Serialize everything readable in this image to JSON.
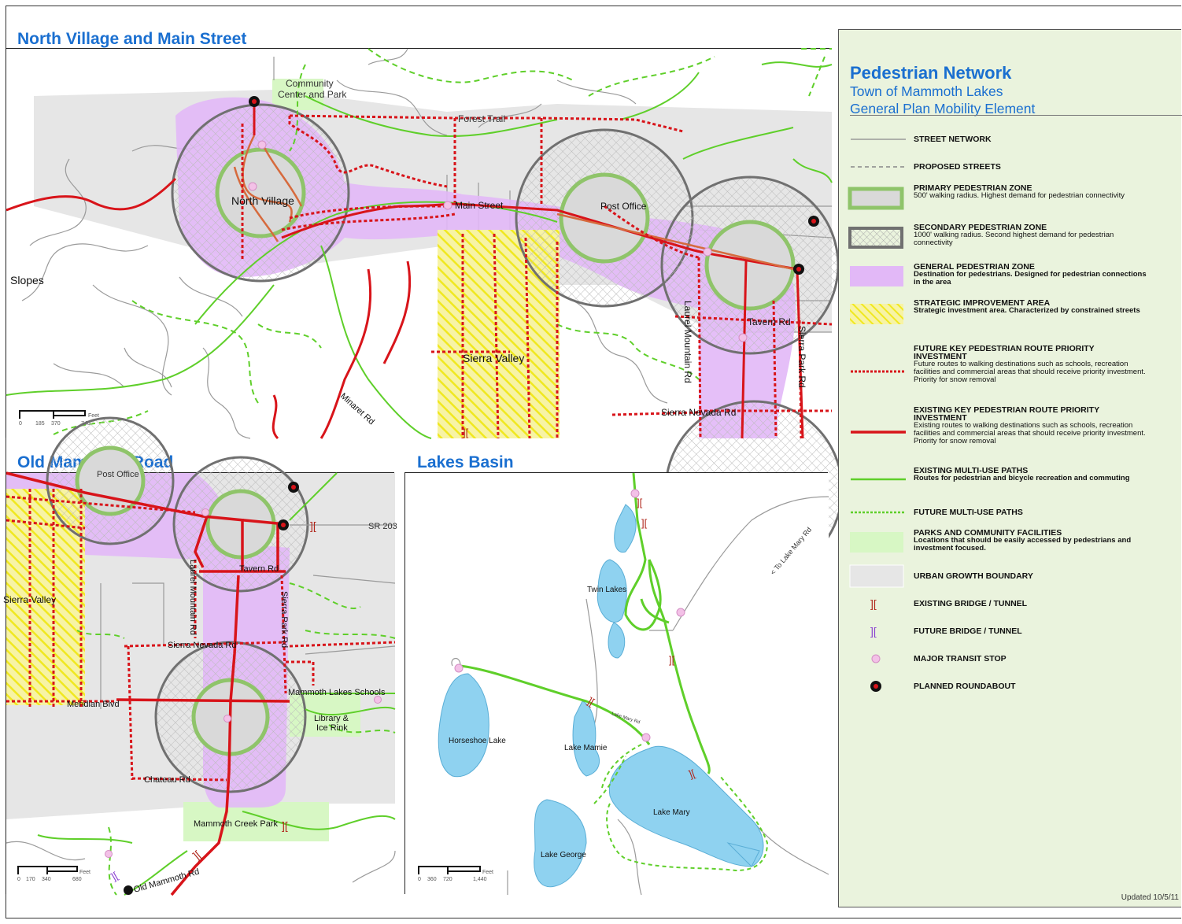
{
  "sections": {
    "north_village": "North Village and Main Street",
    "old_mammoth": "Old Mammoth Road",
    "lakes_basin": "Lakes Basin"
  },
  "legend": {
    "title": "Pedestrian Network",
    "subtitle_1": "Town of Mammoth Lakes",
    "subtitle_2": "General Plan Mobility Element",
    "items": [
      {
        "title": "STREET NETWORK",
        "desc": ""
      },
      {
        "title": "PROPOSED STREETS",
        "desc": ""
      },
      {
        "title": "PRIMARY PEDESTRIAN ZONE",
        "desc": "500' walking radius. Highest demand for pedestrian connectivity"
      },
      {
        "title": "SECONDARY PEDESTRIAN ZONE",
        "desc": "1000' walking radius. Second highest demand for pedestrian connectivity"
      },
      {
        "title": "GENERAL PEDESTRIAN ZONE",
        "desc": "Destination for pedestrians. Designed for pedestrian connections in the area"
      },
      {
        "title": "STRATEGIC IMPROVEMENT AREA",
        "desc": "Strategic investment area. Characterized by constrained streets"
      },
      {
        "title": "FUTURE KEY PEDESTRIAN ROUTE PRIORITY INVESTMENT",
        "desc": "Future routes to walking destinations such as schools, recreation facilities and commercial areas that should receive priority investment. Priority for snow removal"
      },
      {
        "title": "EXISTING KEY PEDESTRIAN ROUTE PRIORITY INVESTMENT",
        "desc": "Existing routes to walking destinations such as schools, recreation facilities and commercial areas that should receive priority investment. Priority for snow removal"
      },
      {
        "title": "EXISTING MULTI-USE PATHS",
        "desc": "Routes for pedestrian and bicycle recreation and commuting"
      },
      {
        "title": "FUTURE MULTI-USE PATHS",
        "desc": ""
      },
      {
        "title": "PARKS AND COMMUNITY FACILITIES",
        "desc": "Locations that should be easily accessed by pedestrians and investment focused."
      },
      {
        "title": "URBAN GROWTH BOUNDARY",
        "desc": ""
      },
      {
        "title": "EXISTING BRIDGE / TUNNEL",
        "desc": ""
      },
      {
        "title": "FUTURE BRIDGE / TUNNEL",
        "desc": ""
      },
      {
        "title": "MAJOR TRANSIT STOP",
        "desc": ""
      },
      {
        "title": "PLANNED ROUNDABOUT",
        "desc": ""
      }
    ],
    "updated": "Updated 10/5/11"
  },
  "map1_labels": {
    "community_center": "Community",
    "community_center_2": "Center and Park",
    "forest_trail": "Forest Trail",
    "north_village": "North Village",
    "main_street": "Main Street",
    "post_office": "Post Office",
    "slopes": "Slopes",
    "sierra_valley": "Sierra Valley",
    "minaret_rd": "Minaret Rd",
    "laurel_mountain_rd": "Laurel Mountain Rd",
    "tavern_rd": "Tavern Rd",
    "sierra_park_rd": "Sierra Park Rd",
    "sierra_nevada_rd": "Sierra Nevada Rd",
    "scale_feet": "Feet",
    "scale_0": "0",
    "scale_1": "185",
    "scale_2": "370",
    "scale_3": "740"
  },
  "map2_labels": {
    "post_office": "Post Office",
    "sr203": "SR 203",
    "laurel_mountain_rd": "Laurel Mountain Rd",
    "tavern_rd": "Tavern Rd",
    "sierra_valley": "Sierra Valley",
    "sierra_park_rd": "Sierra Park Rd",
    "sierra_nevada_rd": "Sierra Nevada Rd",
    "mammoth_lakes_schools": "Mammoth Lakes Schools",
    "meridian_blvd": "Meridian Blvd",
    "library": "Library &",
    "library_2": "Ice Rink",
    "chateau_rd": "Chateau Rd",
    "mammoth_creek_park": "Mammoth Creek Park",
    "old_mammoth_rd": "Old Mammoth Rd",
    "scale_feet": "Feet",
    "scale_0": "0",
    "scale_1": "170",
    "scale_2": "340",
    "scale_3": "680"
  },
  "map3_labels": {
    "to_lake_mary_rd": "< To Lake Mary Rd",
    "twin_lakes": "Twin Lakes",
    "horseshoe_lake": "Horseshoe Lake",
    "lake_mamie": "Lake Mamie",
    "lake_mary_rd": "Lake Mary Rd",
    "lake_mary": "Lake Mary",
    "lake_george": "Lake George",
    "scale_feet": "Feet",
    "scale_0": "0",
    "scale_1": "360",
    "scale_2": "720",
    "scale_3": "1,440"
  },
  "colors": {
    "title_blue": "#1a6fd0",
    "existing_route_red": "#d8141a",
    "multiuse_green": "#5fcf2a",
    "primary_zone_green": "#8fc46a",
    "secondary_zone_gray": "#707070",
    "general_zone_purple": "#e2b8f7",
    "strategic_yellow": "#f3ee3a",
    "park_green": "#d7f7c4",
    "urban_gray": "#e6e6e6",
    "water_blue": "#8fd2f0",
    "legend_bg": "#eaf3dd"
  }
}
